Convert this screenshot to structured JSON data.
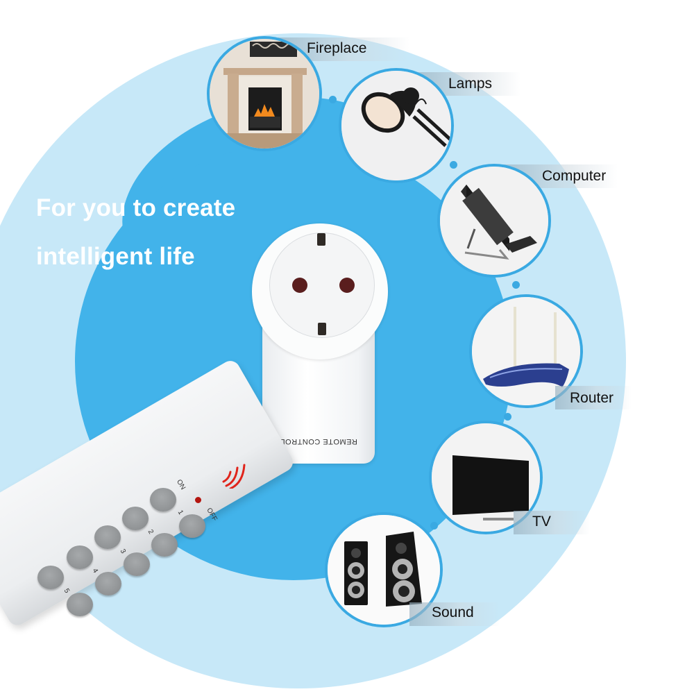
{
  "headline": {
    "line1": "For you to create",
    "line2": "intelligent life"
  },
  "colors": {
    "outer_circle": "#c7e8f8",
    "inner_circle": "#42b3ea",
    "accent_ring": "#3aa9e2",
    "headline_text": "#ffffff",
    "label_text": "#111111",
    "led_red": "#b3150f"
  },
  "devices": [
    {
      "label": "Fireplace",
      "icon": "fireplace-icon"
    },
    {
      "label": "Lamps",
      "icon": "desk-lamp-icon"
    },
    {
      "label": "Computer",
      "icon": "all-in-one-computer-icon"
    },
    {
      "label": "Router",
      "icon": "wifi-router-icon"
    },
    {
      "label": "TV",
      "icon": "television-icon"
    },
    {
      "label": "Sound",
      "icon": "speakers-icon"
    }
  ],
  "plug": {
    "text": "REMOTE CONTROL"
  },
  "remote": {
    "on_label": "ON",
    "off_label": "OFF",
    "channels": [
      "1",
      "2",
      "3",
      "4",
      "5"
    ]
  }
}
